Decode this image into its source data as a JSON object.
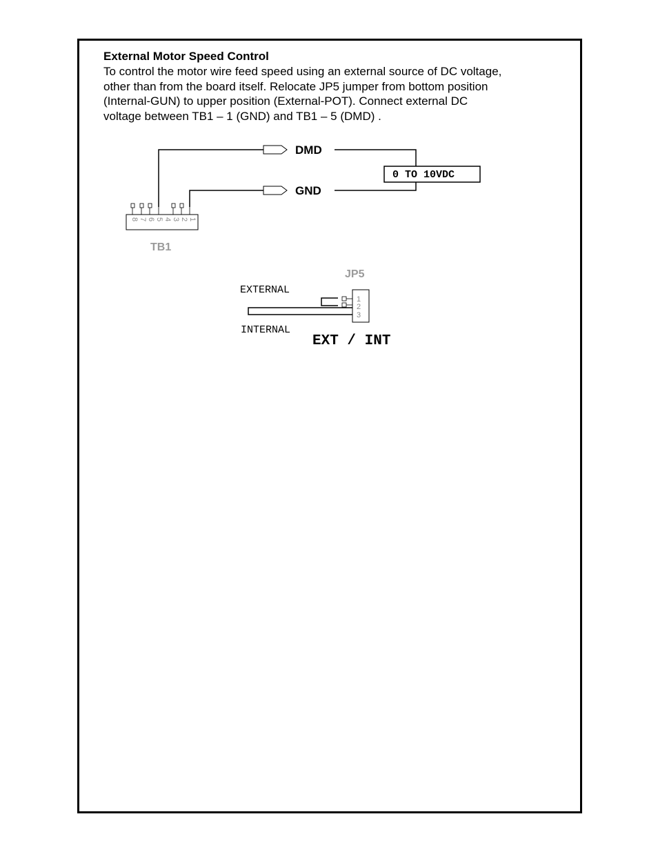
{
  "section": {
    "heading": "External Motor Speed Control",
    "lines": [
      "To control the motor wire feed speed using an external source of DC voltage,",
      "other than from the board itself.  Relocate JP5 jumper from bottom position",
      "(Internal-GUN) to upper position (External-POT).  Connect external DC",
      "voltage between TB1 – 1 (GND) and TB1 – 5 (DMD) ."
    ]
  },
  "wiring_diagram": {
    "dmd_label": "DMD",
    "gnd_label": "GND",
    "supply_label": "0 TO 10VDC",
    "terminal_block_label": "TB1",
    "terminal_pins": [
      "8",
      "7",
      "6",
      "5",
      "4",
      "3",
      "2",
      "1"
    ]
  },
  "jumper_diagram": {
    "jumper_label": "JP5",
    "external_label": "EXTERNAL",
    "internal_label": "INTERNAL",
    "caption": "EXT / INT",
    "pins": [
      "1",
      "2",
      "3"
    ]
  }
}
